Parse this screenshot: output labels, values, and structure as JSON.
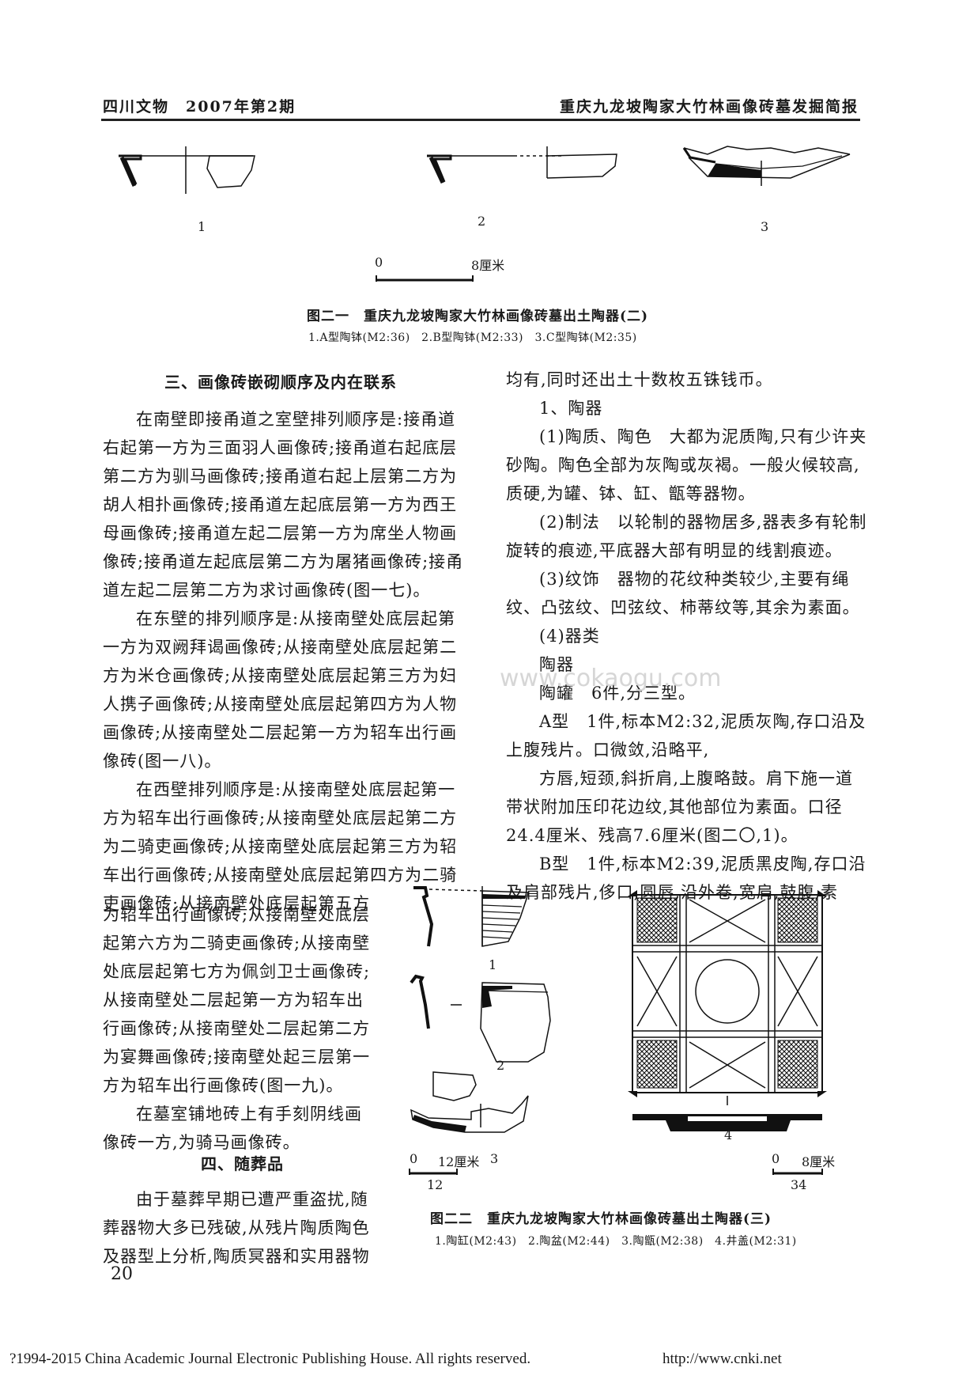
{
  "header": {
    "journal": "四川文物　2007年第2期",
    "article": "重庆九龙坡陶家大竹林画像砖墓发掘简报"
  },
  "fig21": {
    "items": [
      "1",
      "2",
      "3"
    ],
    "scale_start": "0",
    "scale_end": "8厘米",
    "caption": "图二一　重庆九龙坡陶家大竹林画像砖墓出土陶器(二)",
    "subcaption": "1.A型陶钵(M2:36)　2.B型陶钵(M2:33)　3.C型陶钵(M2:35)"
  },
  "left_col": {
    "heading3": "三、画像砖嵌砌顺序及内在联系",
    "lines_a": [
      "在南壁即接甬道之室壁排列顺序是:接甬道",
      "右起第一方为三面羽人画像砖;接甬道右起底层",
      "第二方为驯马画像砖;接甬道右起上层第二方为",
      "胡人相扑画像砖;接甬道左起底层第一方为西王",
      "母画像砖;接甬道左起二层第一方为席坐人物画",
      "像砖;接甬道左起底层第二方为屠猪画像砖;接甬",
      "道左起二层第二方为求讨画像砖(图一七)。",
      "在东壁的排列顺序是:从接南壁处底层起第",
      "一方为双阙拜谒画像砖;从接南壁处底层起第二",
      "方为米仓画像砖;从接南壁处底层起第三方为妇",
      "人携子画像砖;从接南壁处底层起第四方为人物",
      "画像砖;从接南壁处二层起第一方为轺车出行画",
      "像砖(图一八)。",
      "在西壁排列顺序是:从接南壁处底层起第一",
      "方为轺车出行画像砖;从接南壁处底层起第二方",
      "为二骑吏画像砖;从接南壁处底层起第三方为轺",
      "车出行画像砖;从接南壁处底层起第四方为二骑",
      "吏画像砖;从接南壁处底层起第五方"
    ],
    "lines_b": [
      "为轺车出行画像砖;从接南壁处底层",
      "起第六方为二骑吏画像砖;从接南壁",
      "处底层起第七方为佩剑卫士画像砖;",
      "从接南壁处二层起第一方为轺车出",
      "行画像砖;从接南壁处二层起第二方",
      "为宴舞画像砖;接南壁处起三层第一",
      "方为轺车出行画像砖(图一九)。",
      "在墓室铺地砖上有手刻阴线画",
      "像砖一方,为骑马画像砖。"
    ],
    "heading4": "四、随葬品",
    "lines_c": [
      "由于墓葬早期已遭严重盗扰,随",
      "葬器物大多已残破,从残片陶质陶色",
      "及器型上分析,陶质冥器和实用器物"
    ]
  },
  "right_col": {
    "lines": [
      "均有,同时还出土十数枚五铢钱币。",
      "1、陶器",
      "(1)陶质、陶色　大都为泥质陶,只有少许夹",
      "砂陶。陶色全部为灰陶或灰褐。一般火候较高,",
      "质硬,为罐、钵、缸、甑等器物。",
      "(2)制法　以轮制的器物居多,器表多有轮制",
      "旋转的痕迹,平底器大部有明显的线割痕迹。",
      "(3)纹饰　器物的花纹种类较少,主要有绳",
      "纹、凸弦纹、凹弦纹、柿蒂纹等,其余为素面。",
      "(4)器类",
      "陶器",
      "陶罐　6件,分三型。",
      "A型　1件,标本M2:32,泥质灰陶,存口沿及",
      "上腹残片。口微敛,沿略平,",
      "方唇,短颈,斜折肩,上腹略鼓。肩下施一道",
      "带状附加压印花边纹,其他部位为素面。口径",
      "24.4厘米、残高7.6厘米(图二〇,1)。",
      "B型　1件,标本M2:39,泥质黑皮陶,存口沿",
      "及肩部残片,侈口,圆唇,沿外卷,宽肩,鼓腹,素"
    ]
  },
  "fig22": {
    "labels": [
      "1",
      "2",
      "3",
      "4"
    ],
    "scale_left_start": "0",
    "scale_left_end": "12厘米",
    "scale_left_under": "12",
    "scale_right_start": "0",
    "scale_right_end": "8厘米",
    "scale_right_under": "34",
    "caption": "图二二　重庆九龙坡陶家大竹林画像砖墓出土陶器(三)",
    "subcaption": "1.陶缸(M2:43)　2.陶盆(M2:44)　3.陶甑(M2:38)　4.井盖(M2:31)"
  },
  "page_number": "20",
  "watermark": "www.cokaogu.com",
  "footer": {
    "copyright": "?1994-2015 China Academic Journal Electronic Publishing House. All rights reserved.",
    "url": "http://www.cnki.net"
  }
}
